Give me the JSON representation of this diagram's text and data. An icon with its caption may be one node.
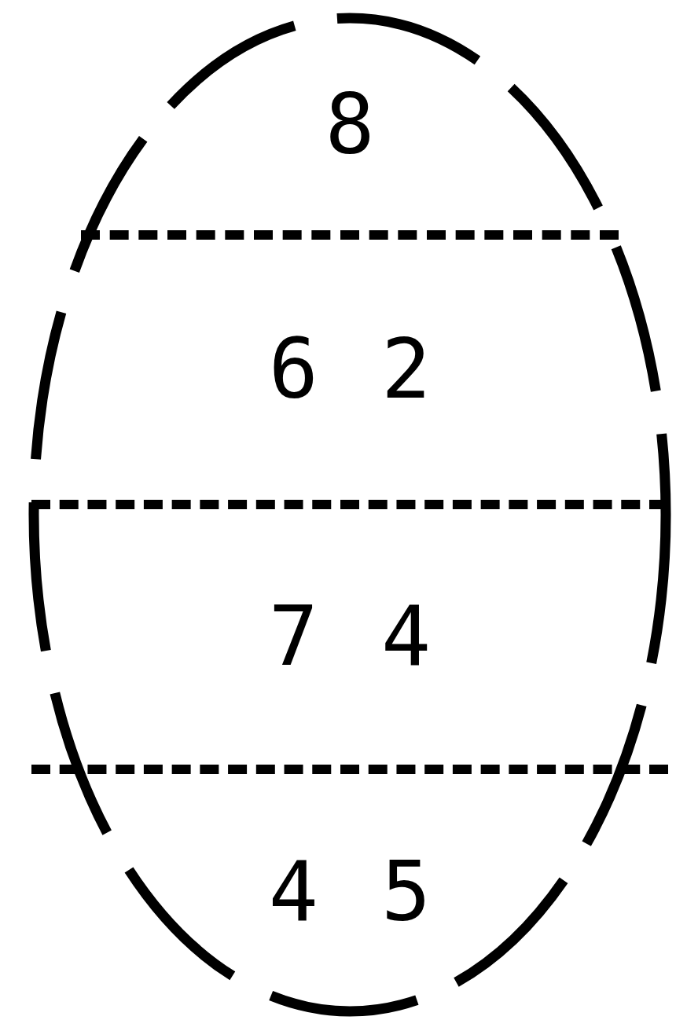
{
  "diagram": {
    "nodes": [
      {
        "text": [],
        "shape": "ellipse"
      },
      {
        "text": [
          "8"
        ],
        "in": 0
      },
      {
        "text": [
          "6",
          "2"
        ],
        "in": 0
      },
      {
        "text": [
          "7",
          "4"
        ],
        "in": 0
      },
      {
        "text": [
          "4",
          "5"
        ],
        "in": 0
      }
    ],
    "edges": []
  }
}
